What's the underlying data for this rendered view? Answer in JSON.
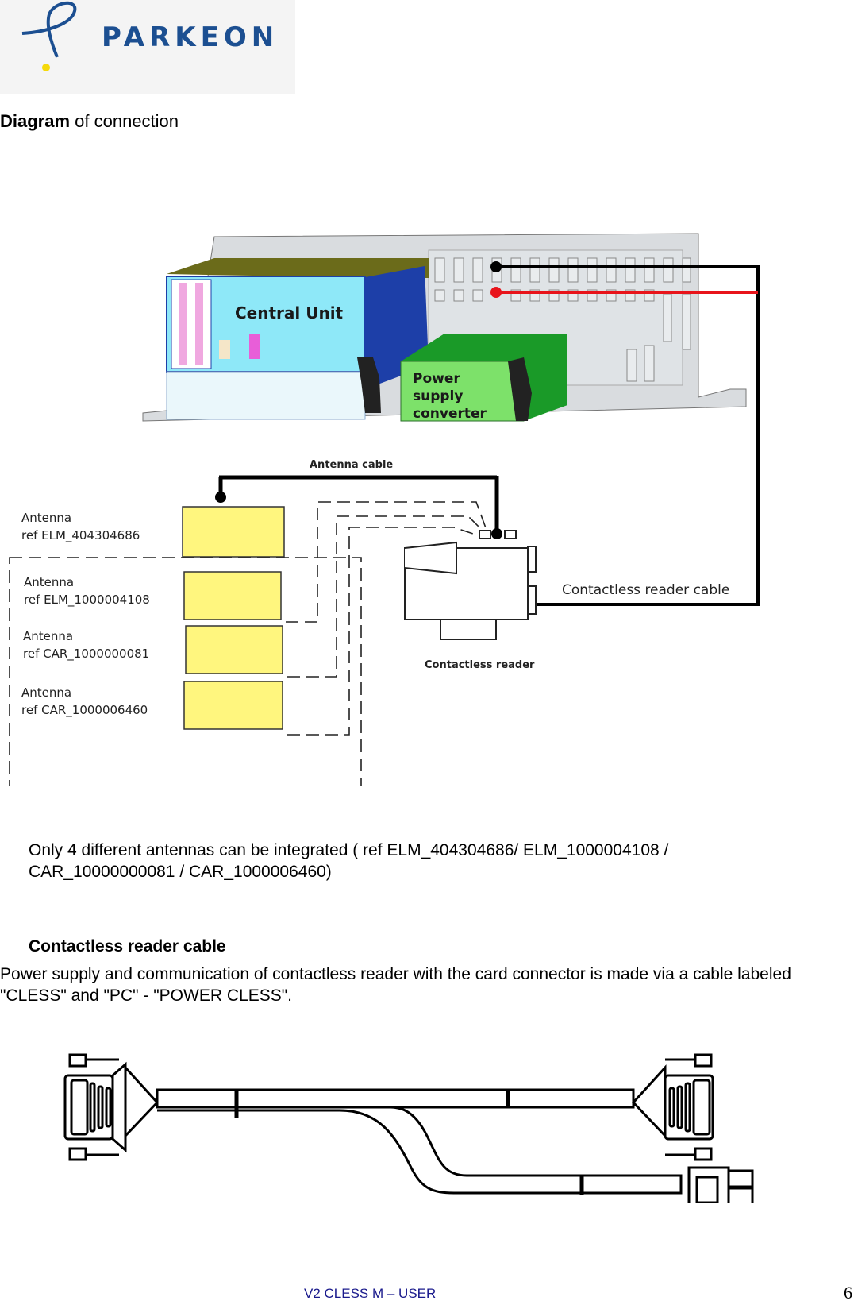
{
  "header": {
    "logo_text": "PARKEON",
    "brand_color": "#1c4f91",
    "logo_dot_color": "#f5d90a"
  },
  "section": {
    "title_bold": "Diagram",
    "title_rest": " of connection"
  },
  "diagram": {
    "central_unit_label": "Central Unit",
    "power_supply_label": [
      "Power",
      "supply",
      "converter"
    ],
    "antenna_cable_label": "Antenna cable",
    "contactless_reader_cable_label": "Contactless reader cable",
    "contactless_reader_label": "Contactless reader",
    "antennas": [
      {
        "line1": "Antenna",
        "line2": "ref ELM_404304686"
      },
      {
        "line1": "Antenna",
        "line2": "ref ELM_1000004108"
      },
      {
        "line1": "Antenna",
        "line2": "ref CAR_1000000081"
      },
      {
        "line1": "Antenna",
        "line2": "ref CAR_1000006460"
      }
    ],
    "colors": {
      "central_unit": "#8ee8f8",
      "power_supply": "#7de16a",
      "antenna_box": "#fff67e",
      "cable_black": "#000000",
      "cable_red": "#e8141b"
    }
  },
  "note": {
    "text": "Only 4 different antennas can be integrated ( ref ELM_404304686/ ELM_1000004108 / CAR_10000000081 / CAR_1000006460)"
  },
  "cable_section": {
    "heading": "Contactless reader cable",
    "paragraph": "Power supply and communication of contactless reader with the card connector is made via a cable labeled \"CLESS\" and \"PC\" - \"POWER CLESS\"."
  },
  "footer": {
    "doc_title": "V2 CLESS M – USER",
    "page_number": "6"
  }
}
